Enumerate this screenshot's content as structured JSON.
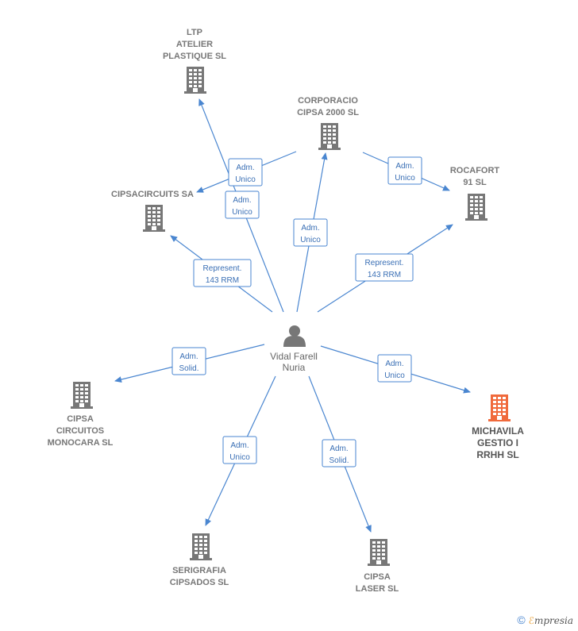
{
  "colors": {
    "edge": "#4a86d0",
    "building": "#777777",
    "building_highlight": "#f06a3c",
    "person": "#777777"
  },
  "center": {
    "id": "person",
    "icon": "person-icon",
    "label_lines": [
      "Vidal Farell",
      "Nuria"
    ]
  },
  "nodes": [
    {
      "id": "ltp",
      "icon": "building-icon",
      "label_lines": [
        "LTP",
        "ATELIER",
        "PLASTIQUE  SL"
      ]
    },
    {
      "id": "corporacio",
      "icon": "building-icon",
      "label_lines": [
        "CORPORACIO",
        "CIPSA 2000 SL"
      ]
    },
    {
      "id": "rocafort",
      "icon": "building-icon",
      "label_lines": [
        "ROCAFORT",
        "91 SL"
      ]
    },
    {
      "id": "cipsacircuits",
      "icon": "building-icon",
      "label_lines": [
        "CIPSACIRCUITS SA"
      ]
    },
    {
      "id": "monocara",
      "icon": "building-icon",
      "label_lines": [
        "CIPSA",
        "CIRCUITOS",
        "MONOCARA SL"
      ]
    },
    {
      "id": "michavila",
      "icon": "building-icon",
      "highlight": true,
      "label_lines": [
        "MICHAVILA",
        "GESTIO I",
        "RRHH  SL"
      ]
    },
    {
      "id": "serigrafia",
      "icon": "building-icon",
      "label_lines": [
        "SERIGRAFIA",
        "CIPSADOS SL"
      ]
    },
    {
      "id": "laser",
      "icon": "building-icon",
      "label_lines": [
        "CIPSA",
        "LASER SL"
      ]
    }
  ],
  "edges": [
    {
      "id": "e-ltp",
      "from": "person",
      "to": "ltp",
      "label_lines": [
        "Adm.",
        "Unico"
      ]
    },
    {
      "id": "e-corp-cipsacircuits",
      "from": "corporacio",
      "to": "cipsacircuits",
      "label_lines": [
        "Adm.",
        "Unico"
      ]
    },
    {
      "id": "e-corp-rocafort",
      "from": "corporacio",
      "to": "rocafort",
      "label_lines": [
        "Adm.",
        "Unico"
      ]
    },
    {
      "id": "e-corp",
      "from": "person",
      "to": "corporacio",
      "label_lines": [
        "Adm.",
        "Unico"
      ]
    },
    {
      "id": "e-cipsacircuits",
      "from": "person",
      "to": "cipsacircuits",
      "label_lines": [
        "Represent.",
        "143 RRM"
      ]
    },
    {
      "id": "e-rocafort",
      "from": "person",
      "to": "rocafort",
      "label_lines": [
        "Represent.",
        "143 RRM"
      ]
    },
    {
      "id": "e-monocara",
      "from": "person",
      "to": "monocara",
      "label_lines": [
        "Adm.",
        "Solid."
      ]
    },
    {
      "id": "e-michavila",
      "from": "person",
      "to": "michavila",
      "label_lines": [
        "Adm.",
        "Unico"
      ]
    },
    {
      "id": "e-serigrafia",
      "from": "person",
      "to": "serigrafia",
      "label_lines": [
        "Adm.",
        "Unico"
      ]
    },
    {
      "id": "e-laser",
      "from": "person",
      "to": "laser",
      "label_lines": [
        "Adm.",
        "Solid."
      ]
    }
  ],
  "footer": {
    "copyright": "©",
    "brand_initial": "ℰ",
    "brand_rest": "mpresia"
  }
}
